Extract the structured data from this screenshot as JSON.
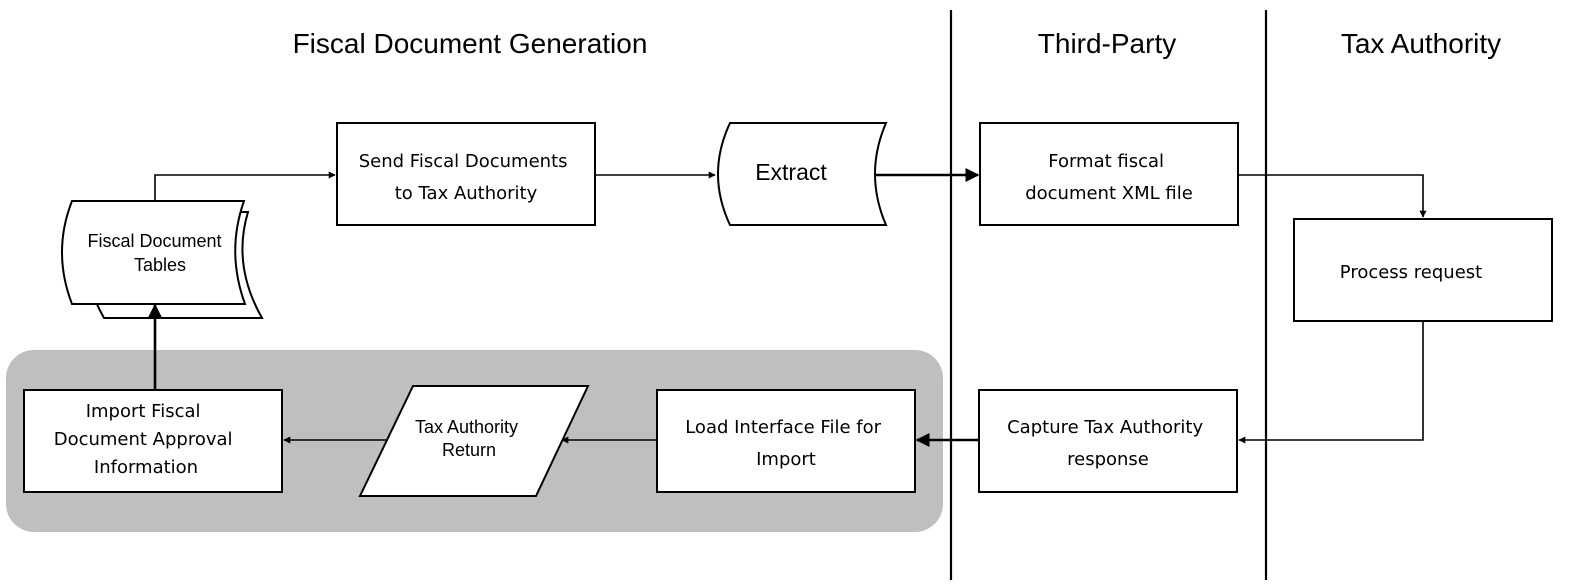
{
  "lanes": {
    "fiscal_document_generation": "Fiscal Document Generation",
    "third_party": "Third-Party",
    "tax_authority": "Tax Authority"
  },
  "nodes": {
    "fiscal_document_tables": [
      "Fiscal Document",
      "Tables"
    ],
    "send_fiscal_documents": [
      "Send Fiscal  Documents",
      "to Tax Authority"
    ],
    "extract": "Extract",
    "format_xml": [
      "Format fiscal",
      "document XML file"
    ],
    "process_request": "Process request",
    "capture_response": [
      "Capture Tax Authority",
      "response"
    ],
    "load_interface_file": [
      "Load Interface File for",
      "Import"
    ],
    "tax_authority_return": [
      "Tax Authority",
      "Return"
    ],
    "import_approval": [
      "Import Fiscal",
      "Document Approval",
      "Information"
    ]
  },
  "colors": {
    "import_group_background": "#bfbfbf",
    "stroke": "#000000",
    "box_fill": "#ffffff"
  }
}
